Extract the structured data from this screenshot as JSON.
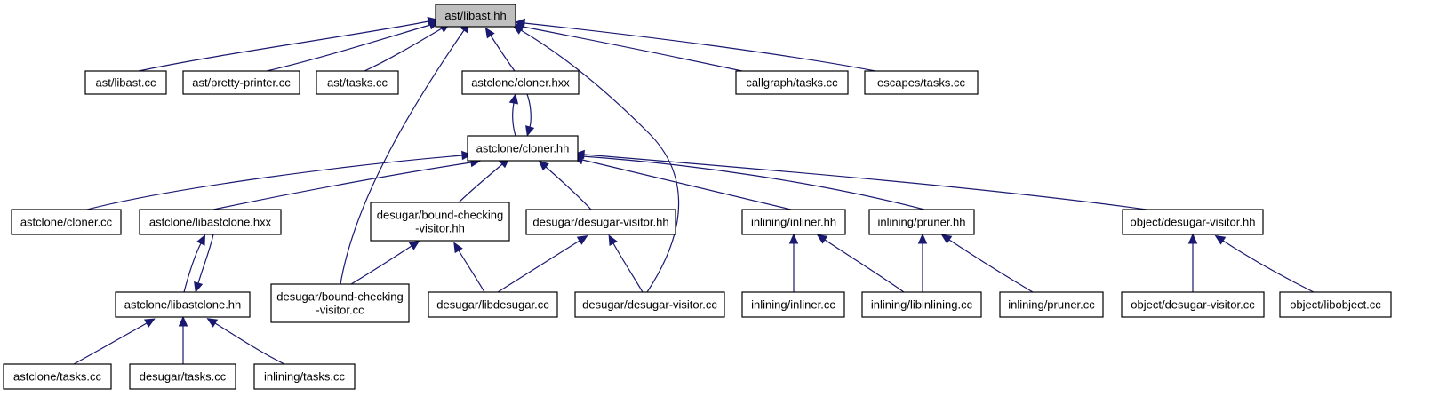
{
  "diagram": {
    "type": "include-dependency-graph",
    "colors": {
      "edge": "#191970",
      "root_fill": "#bfbfbf",
      "node_fill": "#ffffff",
      "border": "#000000"
    },
    "nodes": [
      {
        "id": "root",
        "lines": [
          "ast/libast.hh"
        ],
        "root": true
      },
      {
        "id": "ast_libast_cc",
        "lines": [
          "ast/libast.cc"
        ]
      },
      {
        "id": "ast_pretty_printer",
        "lines": [
          "ast/pretty-printer.cc"
        ]
      },
      {
        "id": "ast_tasks",
        "lines": [
          "ast/tasks.cc"
        ]
      },
      {
        "id": "cloner_hxx",
        "lines": [
          "astclone/cloner.hxx"
        ]
      },
      {
        "id": "callgraph_tasks",
        "lines": [
          "callgraph/tasks.cc"
        ]
      },
      {
        "id": "escapes_tasks",
        "lines": [
          "escapes/tasks.cc"
        ]
      },
      {
        "id": "cloner_hh",
        "lines": [
          "astclone/cloner.hh"
        ]
      },
      {
        "id": "cloner_cc",
        "lines": [
          "astclone/cloner.cc"
        ]
      },
      {
        "id": "libastclone_hxx",
        "lines": [
          "astclone/libastclone.hxx"
        ]
      },
      {
        "id": "bc_visitor_hh",
        "lines": [
          "desugar/bound-checking",
          "-visitor.hh"
        ]
      },
      {
        "id": "desugar_visitor_hh",
        "lines": [
          "desugar/desugar-visitor.hh"
        ]
      },
      {
        "id": "inliner_hh",
        "lines": [
          "inlining/inliner.hh"
        ]
      },
      {
        "id": "pruner_hh",
        "lines": [
          "inlining/pruner.hh"
        ]
      },
      {
        "id": "obj_desugar_visitor_hh",
        "lines": [
          "object/desugar-visitor.hh"
        ]
      },
      {
        "id": "libastclone_hh",
        "lines": [
          "astclone/libastclone.hh"
        ]
      },
      {
        "id": "bc_visitor_cc",
        "lines": [
          "desugar/bound-checking",
          "-visitor.cc"
        ]
      },
      {
        "id": "libdesugar",
        "lines": [
          "desugar/libdesugar.cc"
        ]
      },
      {
        "id": "desugar_visitor_cc",
        "lines": [
          "desugar/desugar-visitor.cc"
        ]
      },
      {
        "id": "inliner_cc",
        "lines": [
          "inlining/inliner.cc"
        ]
      },
      {
        "id": "libinlining",
        "lines": [
          "inlining/libinlining.cc"
        ]
      },
      {
        "id": "pruner_cc",
        "lines": [
          "inlining/pruner.cc"
        ]
      },
      {
        "id": "obj_desugar_visitor_cc",
        "lines": [
          "object/desugar-visitor.cc"
        ]
      },
      {
        "id": "libobject",
        "lines": [
          "object/libobject.cc"
        ]
      },
      {
        "id": "astclone_tasks",
        "lines": [
          "astclone/tasks.cc"
        ]
      },
      {
        "id": "desugar_tasks",
        "lines": [
          "desugar/tasks.cc"
        ]
      },
      {
        "id": "inlining_tasks",
        "lines": [
          "inlining/tasks.cc"
        ]
      }
    ],
    "edges": [
      {
        "from": "ast_libast_cc",
        "to": "root"
      },
      {
        "from": "ast_pretty_printer",
        "to": "root"
      },
      {
        "from": "ast_tasks",
        "to": "root"
      },
      {
        "from": "cloner_hxx",
        "to": "root"
      },
      {
        "from": "callgraph_tasks",
        "to": "root"
      },
      {
        "from": "escapes_tasks",
        "to": "root"
      },
      {
        "from": "bc_visitor_cc",
        "to": "root"
      },
      {
        "from": "desugar_visitor_cc",
        "to": "root"
      },
      {
        "from": "cloner_hh",
        "to": "cloner_hxx"
      },
      {
        "from": "cloner_hxx",
        "to": "cloner_hh"
      },
      {
        "from": "cloner_cc",
        "to": "cloner_hh"
      },
      {
        "from": "libastclone_hxx",
        "to": "cloner_hh"
      },
      {
        "from": "bc_visitor_hh",
        "to": "cloner_hh"
      },
      {
        "from": "desugar_visitor_hh",
        "to": "cloner_hh"
      },
      {
        "from": "inliner_hh",
        "to": "cloner_hh"
      },
      {
        "from": "pruner_hh",
        "to": "cloner_hh"
      },
      {
        "from": "obj_desugar_visitor_hh",
        "to": "cloner_hh"
      },
      {
        "from": "libastclone_hh",
        "to": "libastclone_hxx"
      },
      {
        "from": "libastclone_hxx",
        "to": "libastclone_hh"
      },
      {
        "from": "bc_visitor_cc",
        "to": "bc_visitor_hh"
      },
      {
        "from": "libdesugar",
        "to": "bc_visitor_hh"
      },
      {
        "from": "libdesugar",
        "to": "desugar_visitor_hh"
      },
      {
        "from": "desugar_visitor_cc",
        "to": "desugar_visitor_hh"
      },
      {
        "from": "inliner_cc",
        "to": "inliner_hh"
      },
      {
        "from": "libinlining",
        "to": "inliner_hh"
      },
      {
        "from": "libinlining",
        "to": "pruner_hh"
      },
      {
        "from": "pruner_cc",
        "to": "pruner_hh"
      },
      {
        "from": "obj_desugar_visitor_cc",
        "to": "obj_desugar_visitor_hh"
      },
      {
        "from": "libobject",
        "to": "obj_desugar_visitor_hh"
      },
      {
        "from": "astclone_tasks",
        "to": "libastclone_hh"
      },
      {
        "from": "desugar_tasks",
        "to": "libastclone_hh"
      },
      {
        "from": "inlining_tasks",
        "to": "libastclone_hh"
      }
    ]
  }
}
